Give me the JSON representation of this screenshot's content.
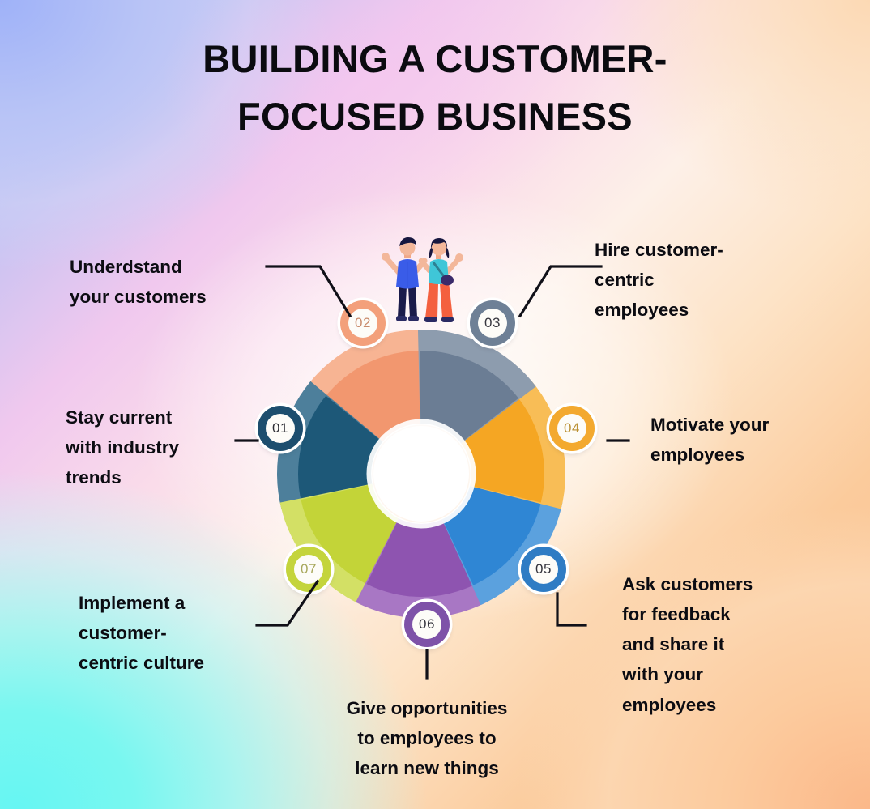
{
  "title": {
    "line1": "BUILDING A CUSTOMER-",
    "line2": "FOCUSED BUSINESS"
  },
  "background": {
    "top_left": "#a9b9f7",
    "top_center": "#f0c8ee",
    "top_right": "#fbcb9c",
    "bottom_left": "#66f6f3",
    "bottom_right": "#fbb889",
    "center": "#ffffff"
  },
  "illustration": {
    "name": "two-people-standing",
    "person_left": {
      "shirt": "#3a5ce8",
      "pants": "#1b1b4a",
      "hair": "#17173f",
      "skin": "#f3b79a"
    },
    "person_right": {
      "top": "#3fc6d8",
      "pants": "#f4603f",
      "hair": "#17173f",
      "bag": "#3a2a6a",
      "skin": "#f3b79a"
    }
  },
  "chart_data": {
    "type": "pie",
    "title": "BUILDING A CUSTOMER-FOCUSED BUSINESS",
    "legend": "labels attached to each segment by connector lines",
    "segment_count": 7,
    "equal_segments": true,
    "hub": "white donut hole",
    "categories": [
      "Stay current with industry trends",
      "Underdstand your customers",
      "Hire customer-centric employees",
      "Motivate your employees",
      "Ask customers for feedback and share it with your employees",
      "Give opportunities to employees to learn new things",
      "Implement a customer-centric culture"
    ],
    "values": [
      14.29,
      14.29,
      14.29,
      14.29,
      14.29,
      14.29,
      14.29
    ],
    "colors": [
      "#1d5878",
      "#f2976f",
      "#6b7d94",
      "#f5a623",
      "#2f86d4",
      "#8e54b0",
      "#c3d438"
    ]
  },
  "segments": [
    {
      "number": "01",
      "label_lines": [
        "Stay current",
        "with industry",
        "trends"
      ],
      "color": "#1d5878",
      "color_light": "#4d7f9b",
      "badge_color": "#1d4e6e",
      "badge_text_color": "#2c2c33"
    },
    {
      "number": "02",
      "label_lines": [
        "Underdstand",
        "your customers"
      ],
      "color": "#f2976f",
      "color_light": "#f7b493",
      "badge_color": "#f3a07b",
      "badge_text_color": "#c98b6c"
    },
    {
      "number": "03",
      "label_lines": [
        "Hire customer-",
        "centric",
        "employees"
      ],
      "color": "#6b7d94",
      "color_light": "#8d9cae",
      "badge_color": "#6e8096",
      "badge_text_color": "#37373f"
    },
    {
      "number": "04",
      "label_lines": [
        "Motivate your",
        "employees"
      ],
      "color": "#f5a623",
      "color_light": "#f8bd56",
      "badge_color": "#f3a92f",
      "badge_text_color": "#bb9236"
    },
    {
      "number": "05",
      "label_lines": [
        "Ask customers",
        "for feedback",
        "and share it",
        "with your",
        "employees"
      ],
      "color": "#2f86d4",
      "color_light": "#5ba1de",
      "badge_color": "#2f7cc4",
      "badge_text_color": "#33333c"
    },
    {
      "number": "06",
      "label_lines": [
        "Give opportunities",
        "to employees to",
        "learn new things"
      ],
      "color": "#8e54b0",
      "color_light": "#a877c4",
      "badge_color": "#7e52a8",
      "badge_text_color": "#33333c"
    },
    {
      "number": "07",
      "label_lines": [
        "Implement a",
        "customer-",
        "centric culture"
      ],
      "color": "#c3d438",
      "color_light": "#d3e065",
      "badge_color": "#c4d43c",
      "badge_text_color": "#a8a85c"
    }
  ]
}
